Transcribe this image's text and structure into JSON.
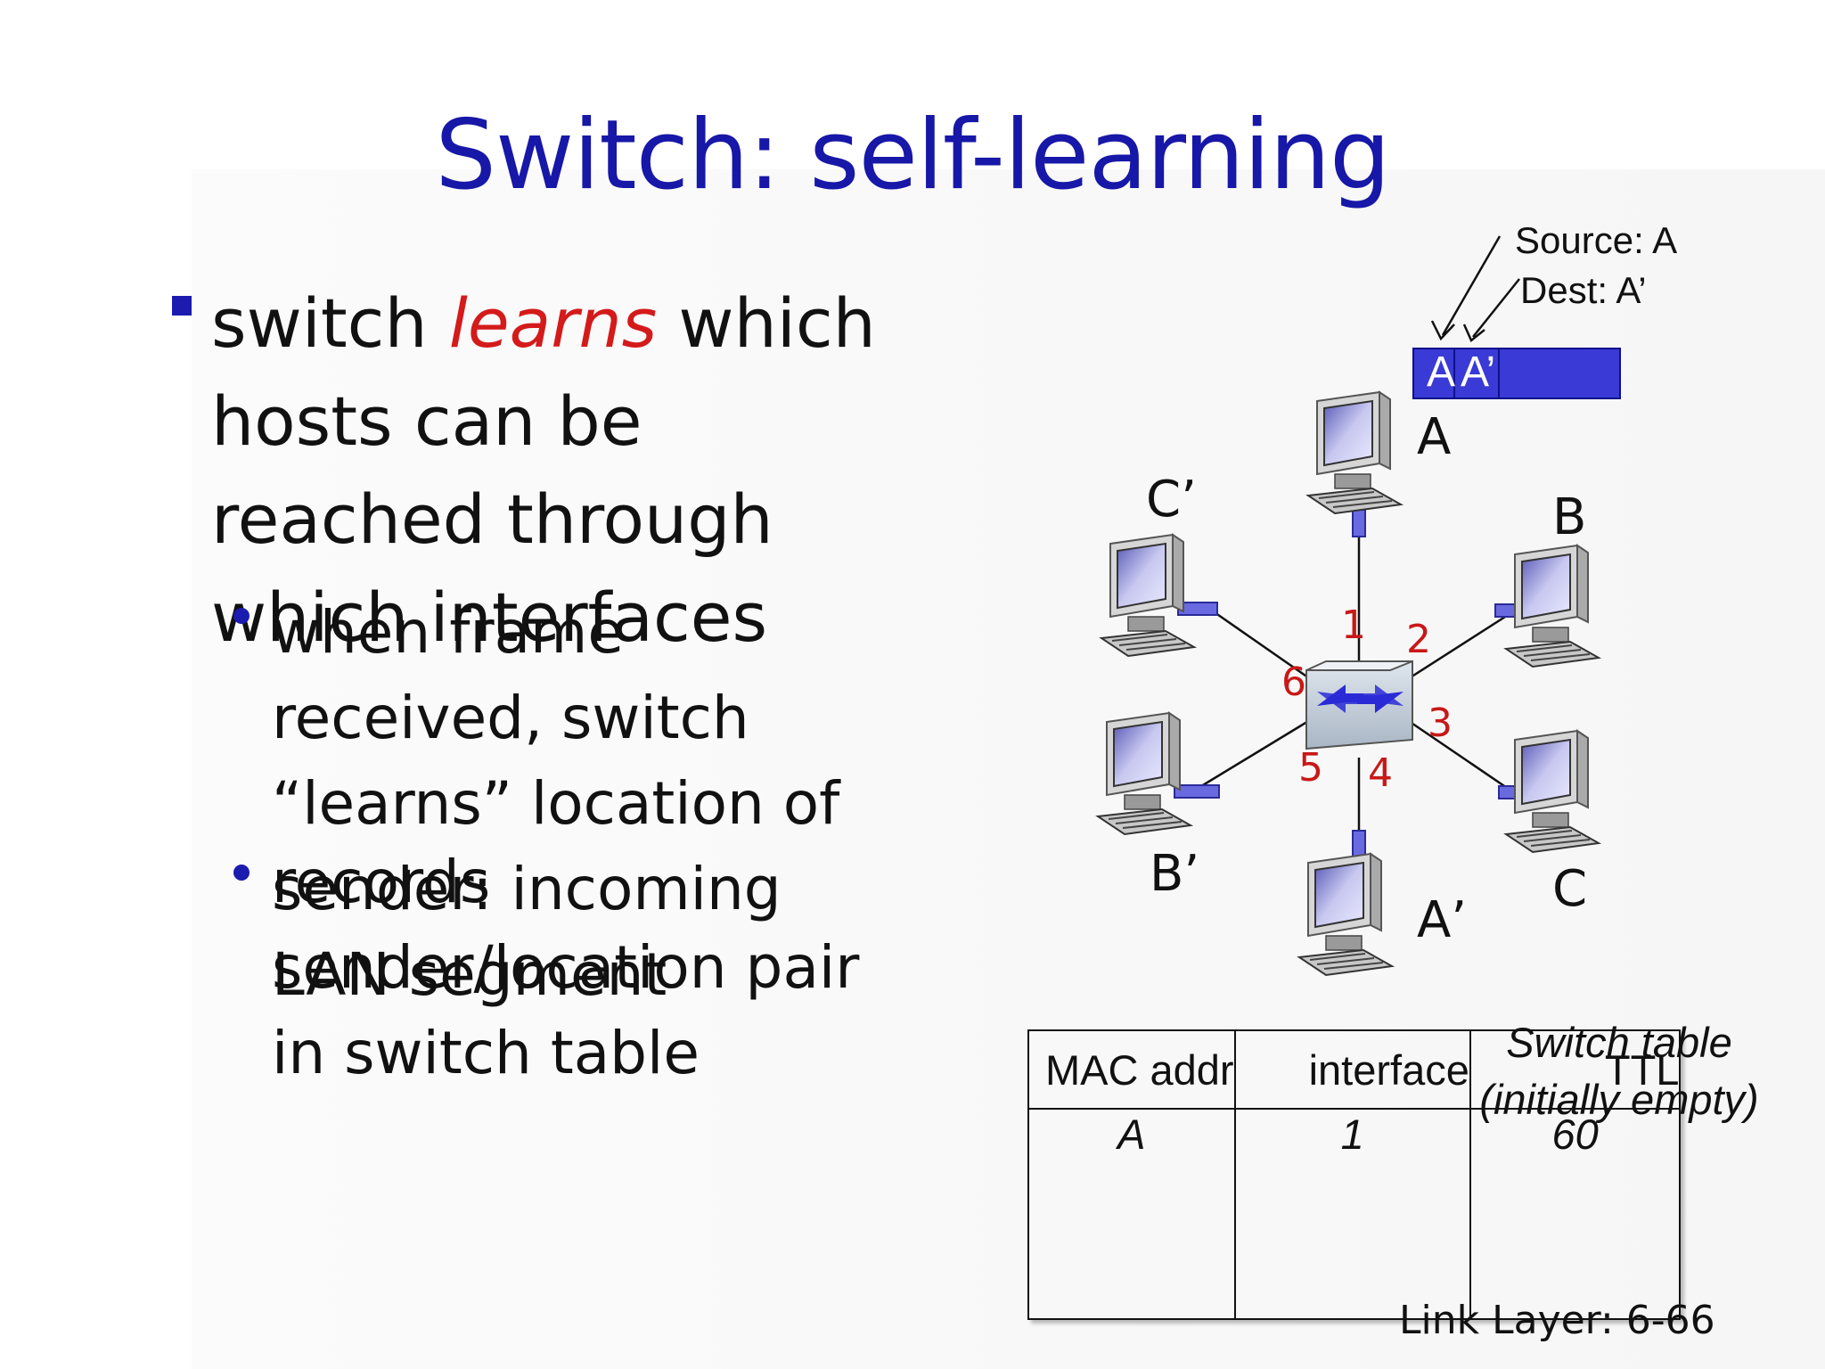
{
  "slide": {
    "title": "Switch: self-learning",
    "bullet1": {
      "prefix": "switch ",
      "emphasis": "learns",
      "suffix": " which hosts can be reached through which interfaces"
    },
    "bullet2": "when frame received, switch “learns” location of sender: incoming LAN segment",
    "bullet3": "records sender/location pair in switch table",
    "footer": "Link Layer: 6-66"
  },
  "frame_info": {
    "source": "Source: A",
    "dest": "Dest: A’",
    "frame_src": "A",
    "frame_dst": "A’"
  },
  "hosts": {
    "A": "A",
    "B": "B",
    "C": "C",
    "A_prime": "A’",
    "B_prime": "B’",
    "C_prime": "C’"
  },
  "ports": [
    "1",
    "2",
    "3",
    "4",
    "5",
    "6"
  ],
  "switch_table": {
    "caption_line1": "Switch table",
    "caption_line2": "(initially empty)",
    "headers": [
      "MAC addr",
      "interface",
      "TTL"
    ],
    "rows": [
      [
        "A",
        "1",
        "60"
      ]
    ]
  },
  "colors": {
    "title": "#1717a8",
    "emphasis": "#d41a1a",
    "port_labels": "#c81818",
    "frame": "#3a3ad6"
  }
}
